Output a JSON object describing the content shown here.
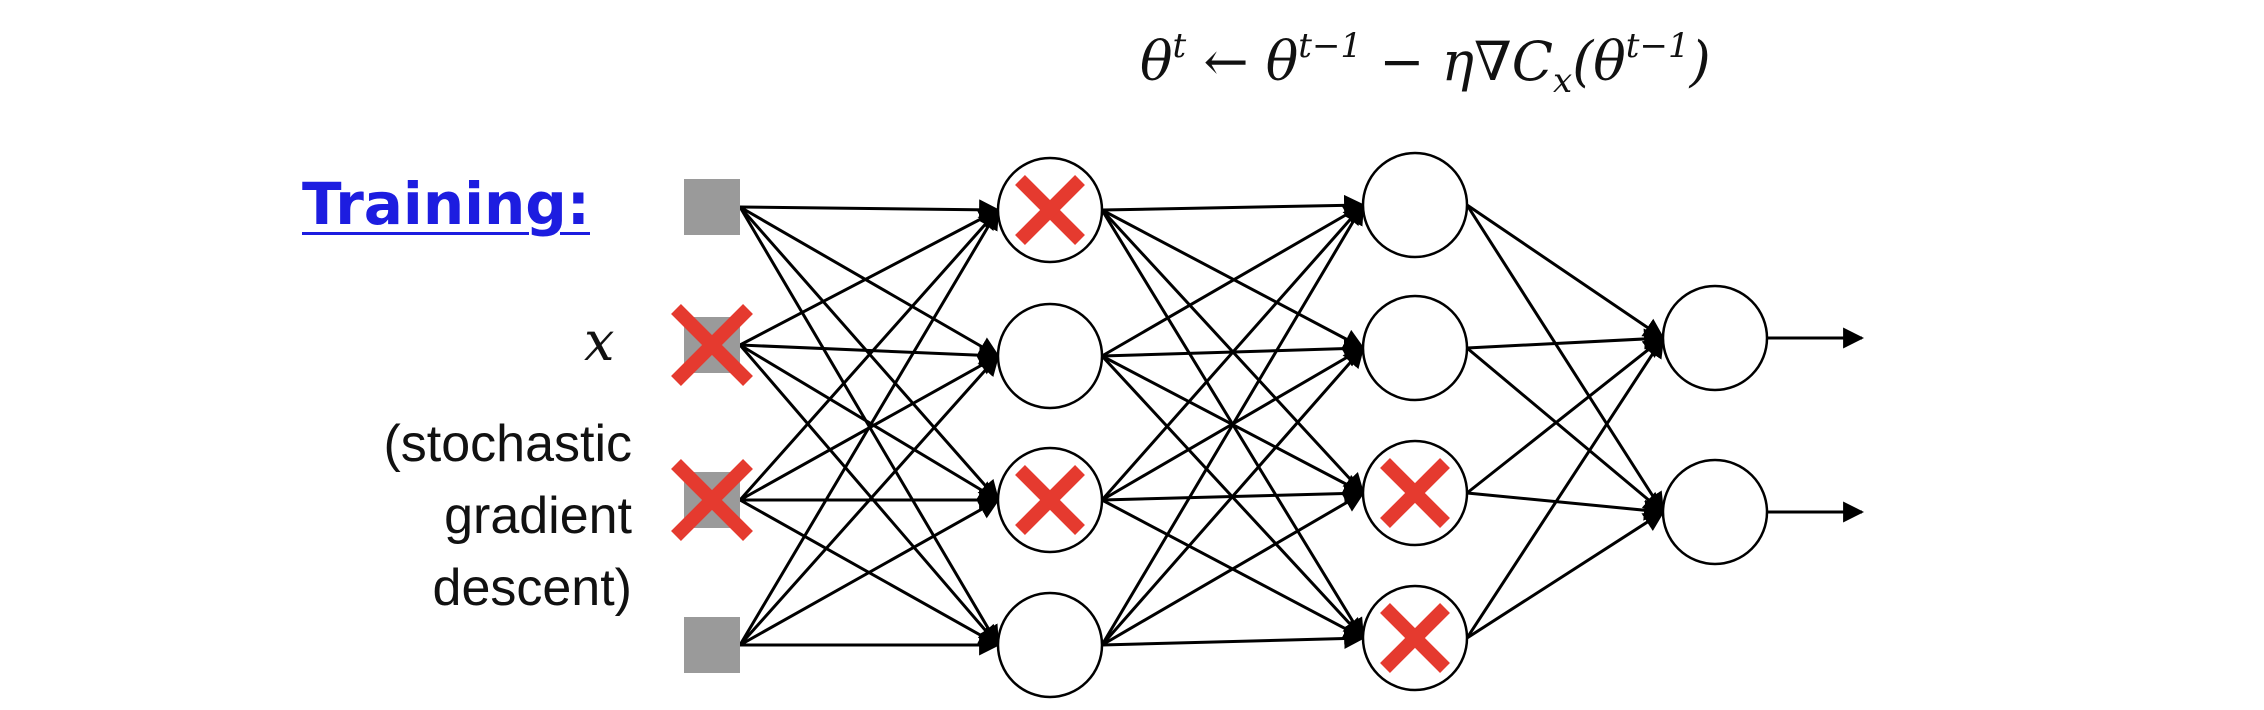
{
  "formula": {
    "theta": "θ",
    "t": "t",
    "arrow_rest": " ← θ",
    "t_minus_1": "t−1",
    "minus_eta": " − η∇C",
    "x_sub": "x",
    "open": "(θ",
    "t_minus_1_b": "t−1",
    "close": ")"
  },
  "training_label": "Training:",
  "input_label": "x",
  "description": "(stochastic\ngradient\ndescent)",
  "network": {
    "layers": [
      {
        "kind": "input",
        "dropped": [
          false,
          true,
          true,
          false
        ]
      },
      {
        "kind": "hidden",
        "dropped": [
          true,
          false,
          true,
          false
        ]
      },
      {
        "kind": "hidden",
        "dropped": [
          false,
          false,
          true,
          true
        ]
      },
      {
        "kind": "output",
        "dropped": [
          false,
          false
        ]
      }
    ]
  },
  "colors": {
    "drop_x": "#e53a2f",
    "input_square": "#9a9a9a",
    "training_text": "#1d1de0",
    "edges": "#000000"
  }
}
